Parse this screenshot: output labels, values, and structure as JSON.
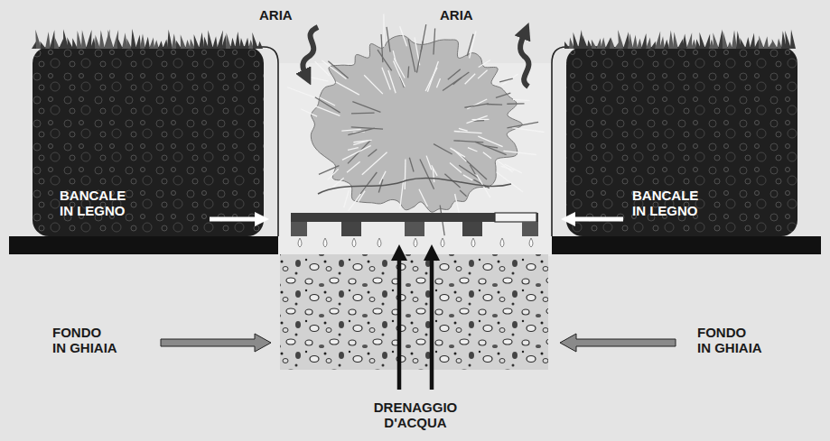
{
  "diagram": {
    "labels": [
      "ARIA",
      "ARIA",
      "BANCALE IN LEGNO",
      "BANCALE IN LEGNO",
      "FONDO IN GHIAIA",
      "FONDO IN GHIAIA",
      "DRENAGGIO D'ACQUA"
    ]
  }
}
